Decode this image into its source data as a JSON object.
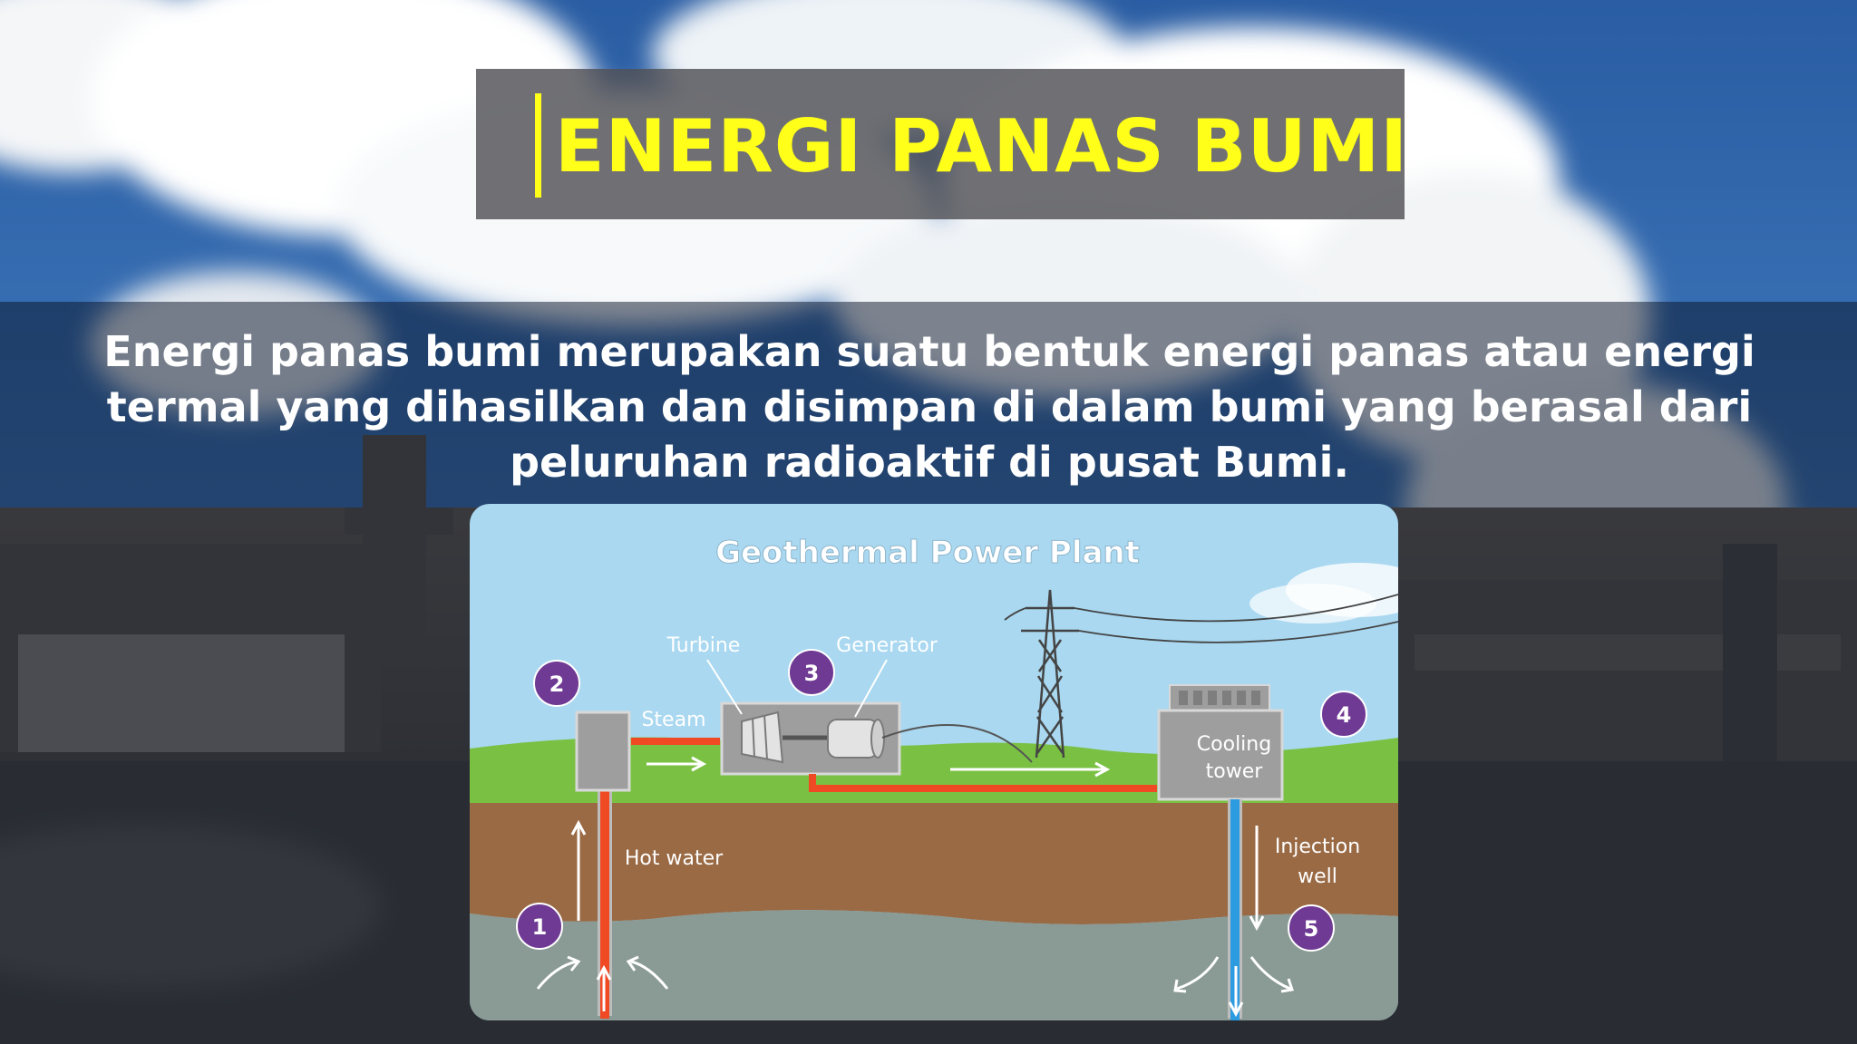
{
  "slide": {
    "title": "ENERGI PANAS BUMI",
    "description_lines": [
      "Energi panas bumi merupakan suatu bentuk energi panas atau energi",
      "termal yang dihasilkan dan disimpan di dalam bumi yang berasal dari",
      "peluruhan radioaktif di pusat Bumi."
    ]
  },
  "diagram": {
    "title": "Geothermal Power Plant",
    "labels": {
      "turbine": "Turbine",
      "generator": "Generator",
      "steam": "Steam",
      "cooling_tower_line1": "Cooling",
      "cooling_tower_line2": "tower",
      "hot_water": "Hot water",
      "injection_well_line1": "Injection",
      "injection_well_line2": "well"
    },
    "steps": [
      "1",
      "2",
      "3",
      "4",
      "5"
    ]
  },
  "colors": {
    "title": "#ffff1a",
    "step_badge": "#6f3a93",
    "hot_pipe": "#ef4a23",
    "cold_pipe": "#2c9be0",
    "sky": "#a9d8f0",
    "grass": "#7ac143",
    "soil": "#9a6a45",
    "bedrock": "#8a9a94"
  }
}
